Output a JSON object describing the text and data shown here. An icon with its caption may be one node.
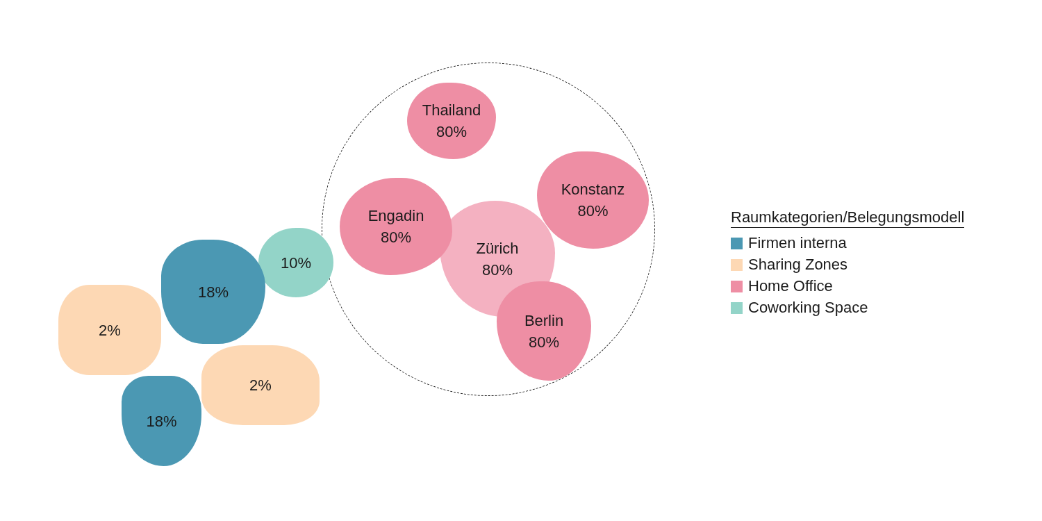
{
  "diagram": {
    "nodes": [
      {
        "text": [],
        "shape": "circle"
      },
      {
        "text": [
          "Thailand",
          "80%"
        ],
        "in": 0
      },
      {
        "text": [
          "Konstanz",
          "80%"
        ],
        "in": 0
      },
      {
        "text": [
          "Engadin",
          "80%"
        ],
        "in": 0
      },
      {
        "text": [
          "Zürich",
          "80%"
        ],
        "in": 0
      },
      {
        "text": [
          "Berlin",
          "80%"
        ],
        "in": 0
      },
      {
        "text": [
          "10%"
        ]
      },
      {
        "text": [
          "18%"
        ]
      },
      {
        "text": [
          "2%"
        ]
      },
      {
        "text": [
          "2%"
        ]
      },
      {
        "text": [
          "18%"
        ]
      }
    ],
    "edges": [],
    "labels": [
      "Raumkategorien/Belegungsmodell"
    ],
    "legend": [
      {
        "text": "Firmen interna",
        "color": "#4b98b3"
      },
      {
        "text": "Sharing Zones",
        "color": "#fdd8b4"
      },
      {
        "text": "Home Office",
        "color": "#ee8ea4"
      },
      {
        "text": "Coworking Space",
        "color": "#93d4c8"
      }
    ]
  }
}
